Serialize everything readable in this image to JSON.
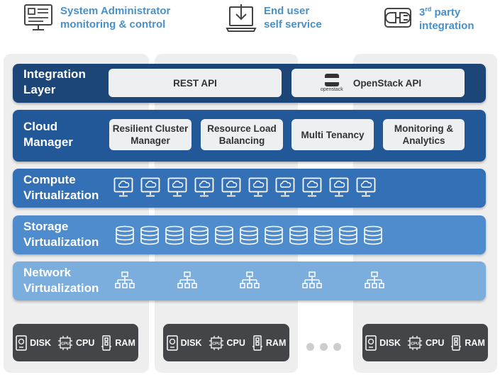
{
  "header": {
    "sysadmin": {
      "line1": "System Administrator",
      "line2": "monitoring & control",
      "icon": "admin-console-icon"
    },
    "enduser": {
      "line1": "End user",
      "line2": "self service",
      "icon": "laptop-download-icon"
    },
    "thirdparty": {
      "line1_num": "3",
      "line1_sup": "rd",
      "line1_rest": " party",
      "line2": "integration",
      "icon": "plug-icon"
    }
  },
  "layers": {
    "integration": {
      "title1": "Integration",
      "title2": "Layer",
      "color": "#1d4678",
      "rest": "REST API",
      "openstack": "OpenStack API",
      "openstack_logo_text": "openstack"
    },
    "cloud": {
      "title1": "Cloud",
      "title2": "Manager",
      "color": "#235898",
      "modules": [
        {
          "line1": "Resilient Cluster",
          "line2": "Manager"
        },
        {
          "line1": "Resource Load",
          "line2": "Balancing"
        },
        {
          "line1": "Multi Tenancy",
          "line2": ""
        },
        {
          "line1": "Monitoring &",
          "line2": "Analytics"
        }
      ]
    },
    "compute": {
      "title1": "Compute",
      "title2": "Virtualization",
      "color": "#3470b5",
      "icon": "vm-monitor-icon",
      "count": 10
    },
    "storage": {
      "title1": "Storage",
      "title2": "Virtualization",
      "color": "#4f8ccd",
      "icon": "database-icon",
      "count": 11
    },
    "network": {
      "title1": "Network",
      "title2": "Virtualization",
      "color": "#7baedc",
      "icon": "network-topology-icon",
      "count": 5
    }
  },
  "hardware": {
    "disk": "DISK",
    "cpu": "CPU",
    "ram": "RAM",
    "icons": [
      "disk-icon",
      "cpu-icon",
      "ram-icon"
    ],
    "ellipsis_dots": 3
  },
  "colors": {
    "header_text": "#4a90c8",
    "column_bg": "#eeeeef",
    "hardware_bg": "#444548",
    "box_bg": "#eeeff1"
  }
}
